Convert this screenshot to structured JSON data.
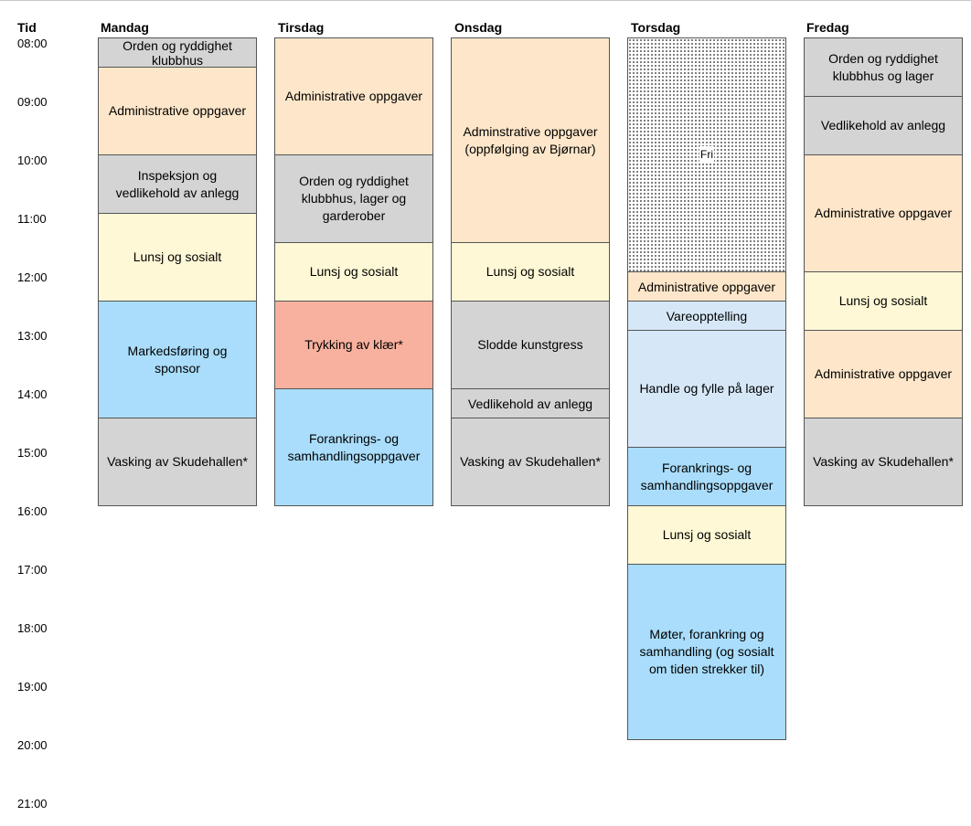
{
  "time_header": "Tid",
  "times": [
    "08:00",
    "09:00",
    "10:00",
    "11:00",
    "12:00",
    "13:00",
    "14:00",
    "15:00",
    "16:00",
    "17:00",
    "18:00",
    "19:00",
    "20:00",
    "21:00"
  ],
  "days": [
    {
      "name": "Mandag",
      "blocks": [
        {
          "label": "Orden og ryddighet klubbhus",
          "start": "08:00",
          "end": "08:30",
          "color": "#d4d4d4"
        },
        {
          "label": "Administrative oppgaver",
          "start": "08:30",
          "end": "10:00",
          "color": "#fde6c9"
        },
        {
          "label": "Inspeksjon og vedlikehold av anlegg",
          "start": "10:00",
          "end": "11:00",
          "color": "#d4d4d4"
        },
        {
          "label": "Lunsj og sosialt",
          "start": "11:00",
          "end": "12:30",
          "color": "#fff8d6"
        },
        {
          "label": "Markedsføring og sponsor",
          "start": "12:30",
          "end": "14:30",
          "color": "#a9ddfb"
        },
        {
          "label": "Vasking av Skudehallen*",
          "start": "14:30",
          "end": "16:00",
          "color": "#d4d4d4"
        }
      ]
    },
    {
      "name": "Tirsdag",
      "blocks": [
        {
          "label": "Administrative oppgaver",
          "start": "08:00",
          "end": "10:00",
          "color": "#fde6c9"
        },
        {
          "label": "Orden og ryddighet klubbhus, lager og garderober",
          "start": "10:00",
          "end": "11:30",
          "color": "#d4d4d4"
        },
        {
          "label": "Lunsj og sosialt",
          "start": "11:30",
          "end": "12:30",
          "color": "#fff8d6"
        },
        {
          "label": "Trykking av klær*",
          "start": "12:30",
          "end": "14:00",
          "color": "#f8b19e"
        },
        {
          "label": "Forankrings- og samhandlingsoppgaver",
          "start": "14:00",
          "end": "16:00",
          "color": "#a9ddfb"
        }
      ]
    },
    {
      "name": "Onsdag",
      "blocks": [
        {
          "label": "Adminstrative oppgaver (oppfølging av Bjørnar)",
          "start": "08:00",
          "end": "11:30",
          "color": "#fde6c9"
        },
        {
          "label": "Lunsj og sosialt",
          "start": "11:30",
          "end": "12:30",
          "color": "#fff8d6"
        },
        {
          "label": "Slodde kunstgress",
          "start": "12:30",
          "end": "14:00",
          "color": "#d4d4d4"
        },
        {
          "label": "Vedlikehold av anlegg",
          "start": "14:00",
          "end": "14:30",
          "color": "#d4d4d4"
        },
        {
          "label": "Vasking av Skudehallen*",
          "start": "14:30",
          "end": "16:00",
          "color": "#d4d4d4"
        }
      ]
    },
    {
      "name": "Torsdag",
      "blocks": [
        {
          "label": "Fri",
          "start": "08:00",
          "end": "12:00",
          "color": "dotted",
          "small": true
        },
        {
          "label": "Administrative oppgaver",
          "start": "12:00",
          "end": "12:30",
          "color": "#fde6c9"
        },
        {
          "label": "Vareopptelling",
          "start": "12:30",
          "end": "13:00",
          "color": "#d6e8f8"
        },
        {
          "label": "Handle og fylle på lager",
          "start": "13:00",
          "end": "15:00",
          "color": "#d6e8f8"
        },
        {
          "label": "Forankrings- og samhandlingsoppgaver",
          "start": "15:00",
          "end": "16:00",
          "color": "#a9ddfb"
        },
        {
          "label": "Lunsj og sosialt",
          "start": "16:00",
          "end": "17:00",
          "color": "#fff8d6"
        },
        {
          "label": "Møter, forankring og samhandling (og sosialt om tiden strekker til)",
          "start": "17:00",
          "end": "20:00",
          "color": "#a9ddfb"
        }
      ]
    },
    {
      "name": "Fredag",
      "blocks": [
        {
          "label": "Orden og ryddighet klubbhus og lager",
          "start": "08:00",
          "end": "09:00",
          "color": "#d4d4d4"
        },
        {
          "label": "Vedlikehold av anlegg",
          "start": "09:00",
          "end": "10:00",
          "color": "#d4d4d4"
        },
        {
          "label": "Administrative oppgaver",
          "start": "10:00",
          "end": "12:00",
          "color": "#fde6c9"
        },
        {
          "label": "Lunsj og sosialt",
          "start": "12:00",
          "end": "13:00",
          "color": "#fff8d6"
        },
        {
          "label": "Administrative oppgaver",
          "start": "13:00",
          "end": "14:30",
          "color": "#fde6c9"
        },
        {
          "label": "Vasking av Skudehallen*",
          "start": "14:30",
          "end": "16:00",
          "color": "#d4d4d4"
        }
      ]
    }
  ]
}
